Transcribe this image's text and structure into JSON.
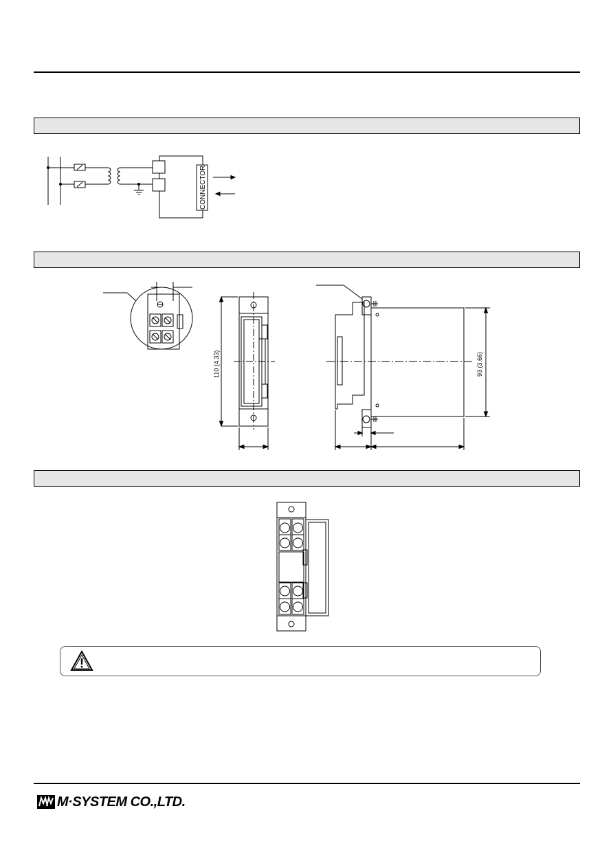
{
  "diagram_labels": {
    "connector": "CONNECTOR",
    "dim_height_front": "110 (4.33)",
    "dim_height_side": "93 (3.66)"
  },
  "footer": {
    "company": "M·SYSTEM CO.,LTD."
  },
  "icons": {
    "warning": "warning-triangle-icon",
    "logo": "m-system-logo-icon"
  }
}
